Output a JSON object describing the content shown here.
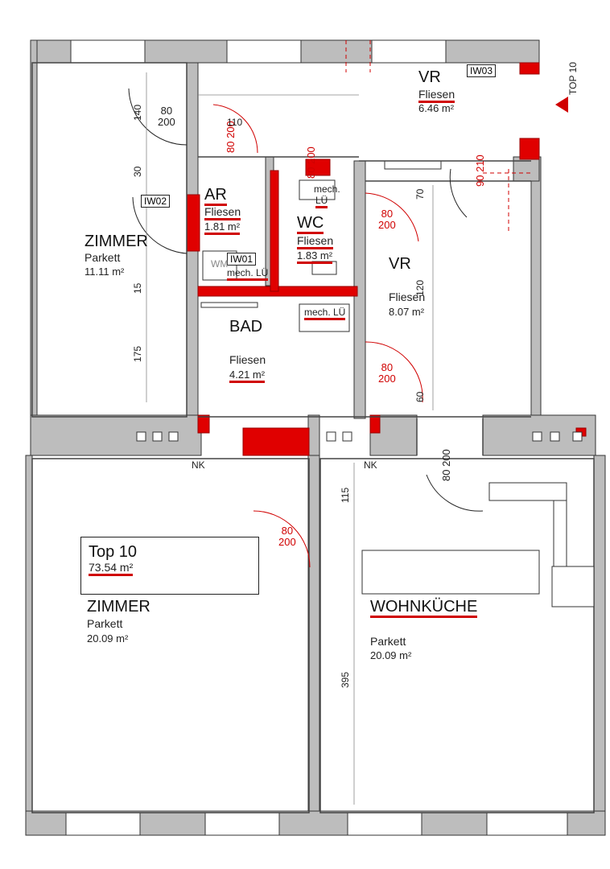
{
  "rooms": {
    "vr_top": {
      "name": "VR",
      "floor": "Fliesen",
      "area": "6.46 m²"
    },
    "zimmer1": {
      "name": "ZIMMER",
      "floor": "Parkett",
      "area": "11.11 m²"
    },
    "ar": {
      "name": "AR",
      "floor": "Fliesen",
      "area": "1.81 m²"
    },
    "wc": {
      "name": "WC",
      "floor": "Fliesen",
      "area": "1.83 m²"
    },
    "vr_mid": {
      "name": "VR",
      "floor": "Fliesen",
      "area": "8.07 m²"
    },
    "bad": {
      "name": "BAD",
      "floor": "Fliesen",
      "area": "4.21 m²"
    },
    "zimmer2": {
      "name": "ZIMMER",
      "floor": "Parkett",
      "area": "20.09 m²"
    },
    "wohnkueche": {
      "name": "WOHNKÜCHE",
      "floor": "Parkett",
      "area": "20.09 m²"
    }
  },
  "top10": {
    "title": "Top 10",
    "area": "73.54 m²",
    "entrance_label": "TOP 10"
  },
  "tags": {
    "iw01": "IW01",
    "iw02": "IW02",
    "iw03": "IW03",
    "wm": "WM",
    "mech_lu": "mech. LÜ",
    "mech": "mech.",
    "lu": "LÜ",
    "nk": "NK"
  },
  "doors": {
    "d1": {
      "w": "80",
      "h": "200"
    },
    "d2": {
      "w": "80",
      "h": "200"
    },
    "d3": {
      "w": "80",
      "h": "200"
    },
    "d4": {
      "w": "80",
      "h": "200"
    },
    "d5": {
      "w": "80",
      "h": "200"
    },
    "d6": {
      "w": "80",
      "h": "200"
    },
    "d7": {
      "w": "80",
      "h": "200"
    },
    "d8": {
      "w": "90",
      "h": "210"
    }
  },
  "dims": {
    "d140": "140",
    "d30": "30",
    "d15": "15",
    "d175": "175",
    "d110": "110",
    "d70": "70",
    "d60": "60",
    "d115": "115",
    "d395": "395",
    "d120": "120"
  }
}
